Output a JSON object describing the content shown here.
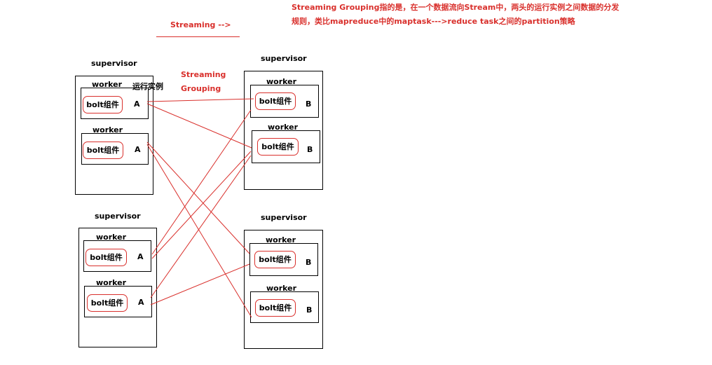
{
  "note": {
    "line1": "Streaming Grouping指的是，在一个数据流向Stream中，两头的运行实例之间数据的分发",
    "line2": "规则，类比mapreduce中的maptask--->reduce task之间的partition策略"
  },
  "legend": {
    "label": "Streaming  -->"
  },
  "edge_label": {
    "line1": "Streaming",
    "line2": "Grouping"
  },
  "instance_label": "运行实例",
  "labels": {
    "supervisor": "supervisor",
    "worker": "worker",
    "bolt": "bolt组件",
    "a": "A",
    "b": "B"
  },
  "colors": {
    "accent": "#d9302c",
    "stroke": "#000000"
  }
}
